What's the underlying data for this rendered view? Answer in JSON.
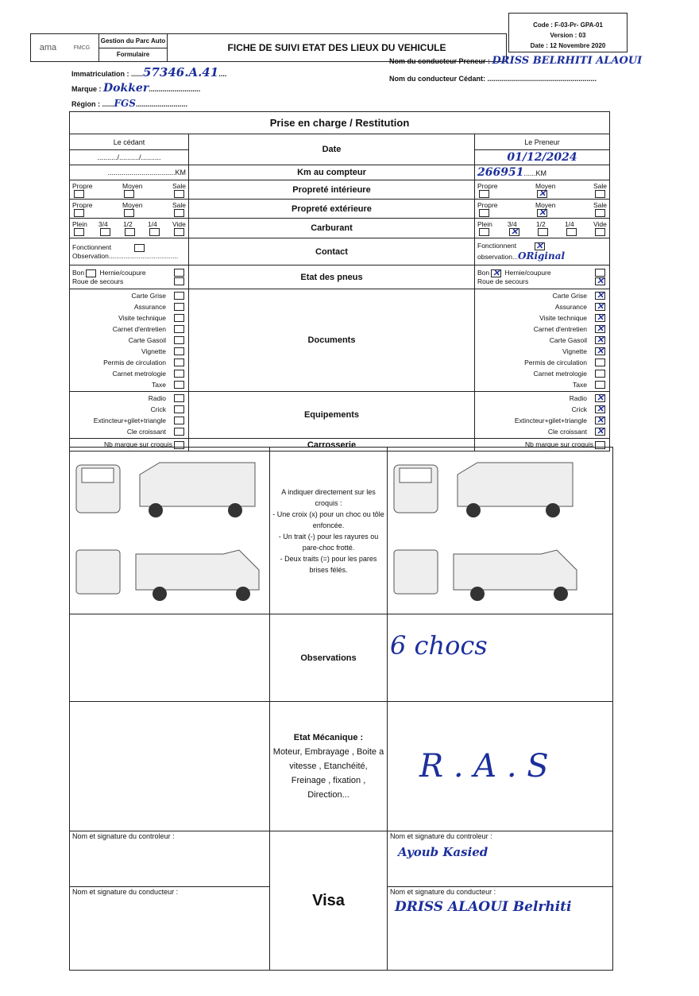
{
  "header": {
    "logo_text": "ama",
    "logo_sub": "FMCG",
    "dept": "Gestion du Parc Auto",
    "type": "Formulaire",
    "title": "FICHE DE SUIVI ETAT DES LIEUX DU VEHICULE",
    "code": "Code : F-03-Pr- GPA-01",
    "version": "Version : 03",
    "date": "Date : 12 Novembre 2020"
  },
  "vehicle": {
    "immat_label": "Immatriculation :",
    "immat_value": "57346.A.41",
    "marque_label": "Marque :",
    "marque_value": "Dokker",
    "region_label": "Région :",
    "region_value": "FGS",
    "preneur_label": "Nom du conducteur Preneur :",
    "preneur_value": "DRISS BELRHITI ALAOUI",
    "cedant_label": "Nom du conducteur Cédant:"
  },
  "table": {
    "title": "Prise en charge / Restitution",
    "cedant": "Le cédant",
    "preneur": "Le Preneur",
    "rows": {
      "date": "Date",
      "km": "Km au compteur",
      "prop_int": "Propreté intérieure",
      "prop_ext": "Propreté extérieure",
      "carburant": "Carburant",
      "contact": "Contact",
      "pneus": "Etat des pneus",
      "documents": "Documents",
      "equipements": "Equipements",
      "carrosserie": "Carrosserie"
    },
    "date_blank": "........../........../..........",
    "km_blank": "..................................KM",
    "km_unit": "KM",
    "preneur_date": "01/12/2024",
    "preneur_km": "266951",
    "clean_opts": [
      "Propre",
      "Moyen",
      "Sale"
    ],
    "fuel_opts": [
      "Plein",
      "3/4",
      "1/2",
      "1/4",
      "Vide"
    ],
    "fonctionnent": "Fonctionnent",
    "observation_left": "Observation.....................................",
    "observation_right": "observation...",
    "observation_value": "ORiginal",
    "bon": "Bon",
    "hernie": "Hernie/coupure",
    "roue": "Roue de secours",
    "docs": [
      "Carte Grise",
      "Assurance",
      "Visite technique",
      "Carnet d'entretien",
      "Carte Gasoil",
      "Vignette",
      "Permis de circulation",
      "Carnet metrologie",
      "Taxe"
    ],
    "equip": [
      "Radio",
      "Crick",
      "Extincteur+gilet+triangle",
      "Cle croissant"
    ],
    "nb_marque": "Nb marque sur croquis"
  },
  "croquis": {
    "instructions": [
      "A indiquer directement sur les croquis :",
      "- Une croix (x) pour un choc ou tôle enfoncée.",
      "- Un trait (-) pour les rayures ou pare-choc frotté.",
      "- Deux traits (=) pour les pares brises félés."
    ]
  },
  "observations": {
    "label": "Observations",
    "value": "6 chocs"
  },
  "mecanique": {
    "label": "Etat Mécanique  :",
    "detail": "Moteur, Embrayage , Boite a vitesse , Etanchéité, Freinage , fixation , Direction...",
    "value": "R . A . S"
  },
  "signatures": {
    "controleur": "Nom et signature du controleur :",
    "conducteur": "Nom et signature du conducteur :",
    "visa": "Visa",
    "controleur_value": "Ayoub Kasied",
    "conducteur_value": "DRISS ALAOUI Belrhiti"
  }
}
